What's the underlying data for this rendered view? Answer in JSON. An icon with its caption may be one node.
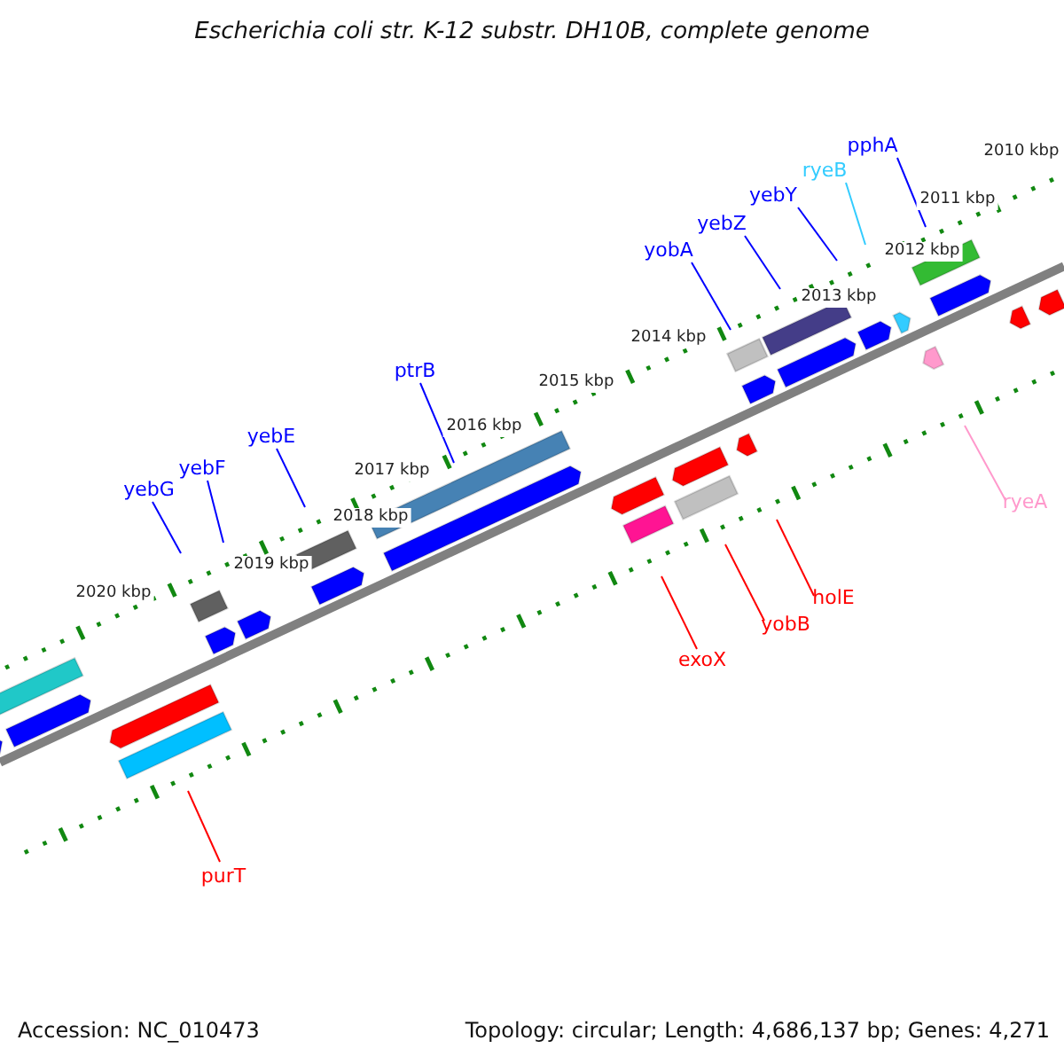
{
  "diagram": {
    "title": "Escherichia coli str. K-12 substr. DH10B, complete genome",
    "nodes": [
      {
        "text": [
          "pphA"
        ]
      },
      {
        "text": [
          "ryeB"
        ]
      },
      {
        "text": [
          "yebY"
        ]
      },
      {
        "text": [
          "yebZ"
        ]
      },
      {
        "text": [
          "yobA"
        ]
      },
      {
        "text": [
          "ptrB"
        ]
      },
      {
        "text": [
          "yebE"
        ]
      },
      {
        "text": [
          "yebF"
        ]
      },
      {
        "text": [
          "yebG"
        ]
      },
      {
        "text": [
          "ryeA"
        ]
      },
      {
        "text": [
          "holE"
        ]
      },
      {
        "text": [
          "yobB"
        ]
      },
      {
        "text": [
          "exoX"
        ]
      },
      {
        "text": [
          "purT"
        ]
      }
    ],
    "edges": [
      {
        "from": 0,
        "to": null,
        "arrow": "none"
      },
      {
        "from": 1,
        "to": null,
        "arrow": "none",
        "color": "#33ccff"
      },
      {
        "from": 2,
        "to": null,
        "arrow": "none"
      },
      {
        "from": 3,
        "to": null,
        "arrow": "none"
      },
      {
        "from": 4,
        "to": null,
        "arrow": "none"
      },
      {
        "from": 5,
        "to": null,
        "arrow": "none"
      },
      {
        "from": 6,
        "to": null,
        "arrow": "none"
      },
      {
        "from": 7,
        "to": null,
        "arrow": "none"
      },
      {
        "from": 8,
        "to": null,
        "arrow": "none"
      },
      {
        "from": 9,
        "to": null,
        "arrow": "none",
        "color": "#ff99cc"
      },
      {
        "from": 10,
        "to": null,
        "arrow": "none",
        "color": "#ff0000"
      },
      {
        "from": 11,
        "to": null,
        "arrow": "none",
        "color": "#ff0000"
      },
      {
        "from": 12,
        "to": null,
        "arrow": "none",
        "color": "#ff0000"
      },
      {
        "from": 13,
        "to": null,
        "arrow": "none",
        "color": "#ff0000"
      }
    ],
    "labels": [
      "2010 kbp",
      "2011 kbp",
      "2012 kbp",
      "2013 kbp",
      "2014 kbp",
      "2015 kbp",
      "2016 kbp",
      "2017 kbp",
      "2018 kbp",
      "2019 kbp",
      "2020 kbp",
      "Accession: NC_010473",
      "Topology: circular; Length: 4,686,137 bp; Genes: 4,271"
    ]
  }
}
